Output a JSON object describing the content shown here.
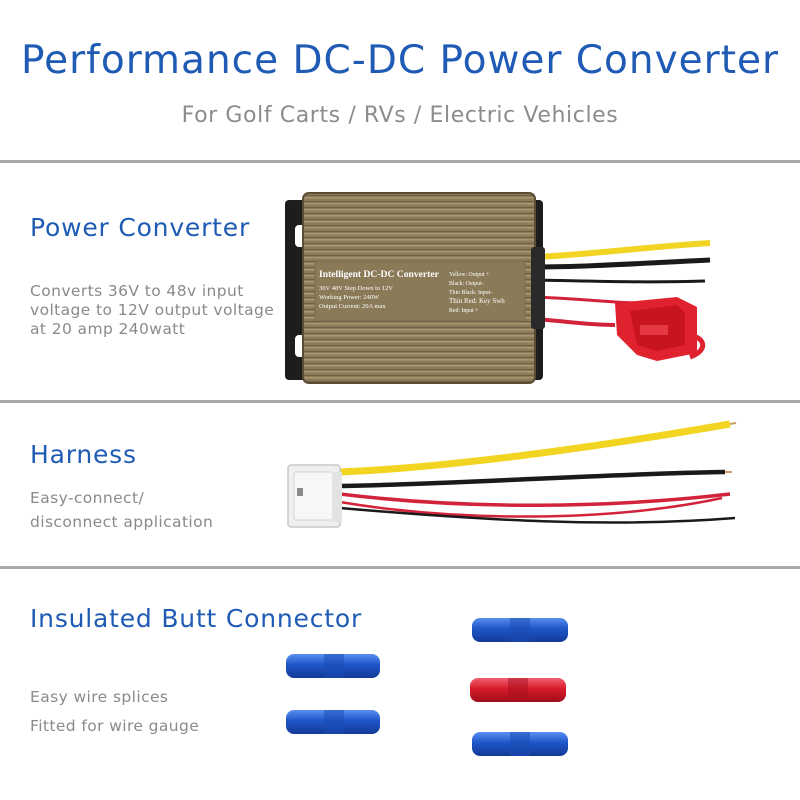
{
  "header": {
    "title": "Performance DC-DC Power Converter",
    "subtitle": "For Golf Carts / RVs / Electric Vehicles"
  },
  "sections": {
    "converter": {
      "heading": "Power Converter",
      "description_lines": [
        "Converts 36V to 48v input",
        "voltage to 12V output voltage",
        "at 20 amp 240watt"
      ],
      "label": {
        "title": "Intelligent DC-DC Converter",
        "specs": [
          "36V 48V Step Down to 12V",
          "Working Power: 240W",
          "Output Current: 20A max"
        ],
        "wires": [
          "Yellow: Output +",
          "Black: Output-",
          "Thin Black: Input-",
          "Thin Red: Key Swh",
          "Red: Input +"
        ]
      }
    },
    "harness": {
      "heading": "Harness",
      "description_lines": [
        "Easy-connect/",
        "disconnect application"
      ]
    },
    "butt_connector": {
      "heading": "Insulated Butt Connector",
      "description_lines": [
        "Easy wire splices",
        "Fitted for wire gauge"
      ]
    }
  },
  "colors": {
    "accent_blue": "#1f5bb5",
    "divider_gray": "#a9a9a9",
    "text_gray": "#8a8a8a",
    "housing_bronze": "#8a7a58",
    "connector_blue": "#1e56c8",
    "connector_red": "#d81a2a",
    "wire_yellow": "#f2d422",
    "wire_red": "#d2233a",
    "wire_black": "#1a1a1a"
  },
  "icons": [
    "dc-dc-converter-image",
    "fuse-holder-icon",
    "wire-harness-image",
    "butt-connector-icon"
  ]
}
